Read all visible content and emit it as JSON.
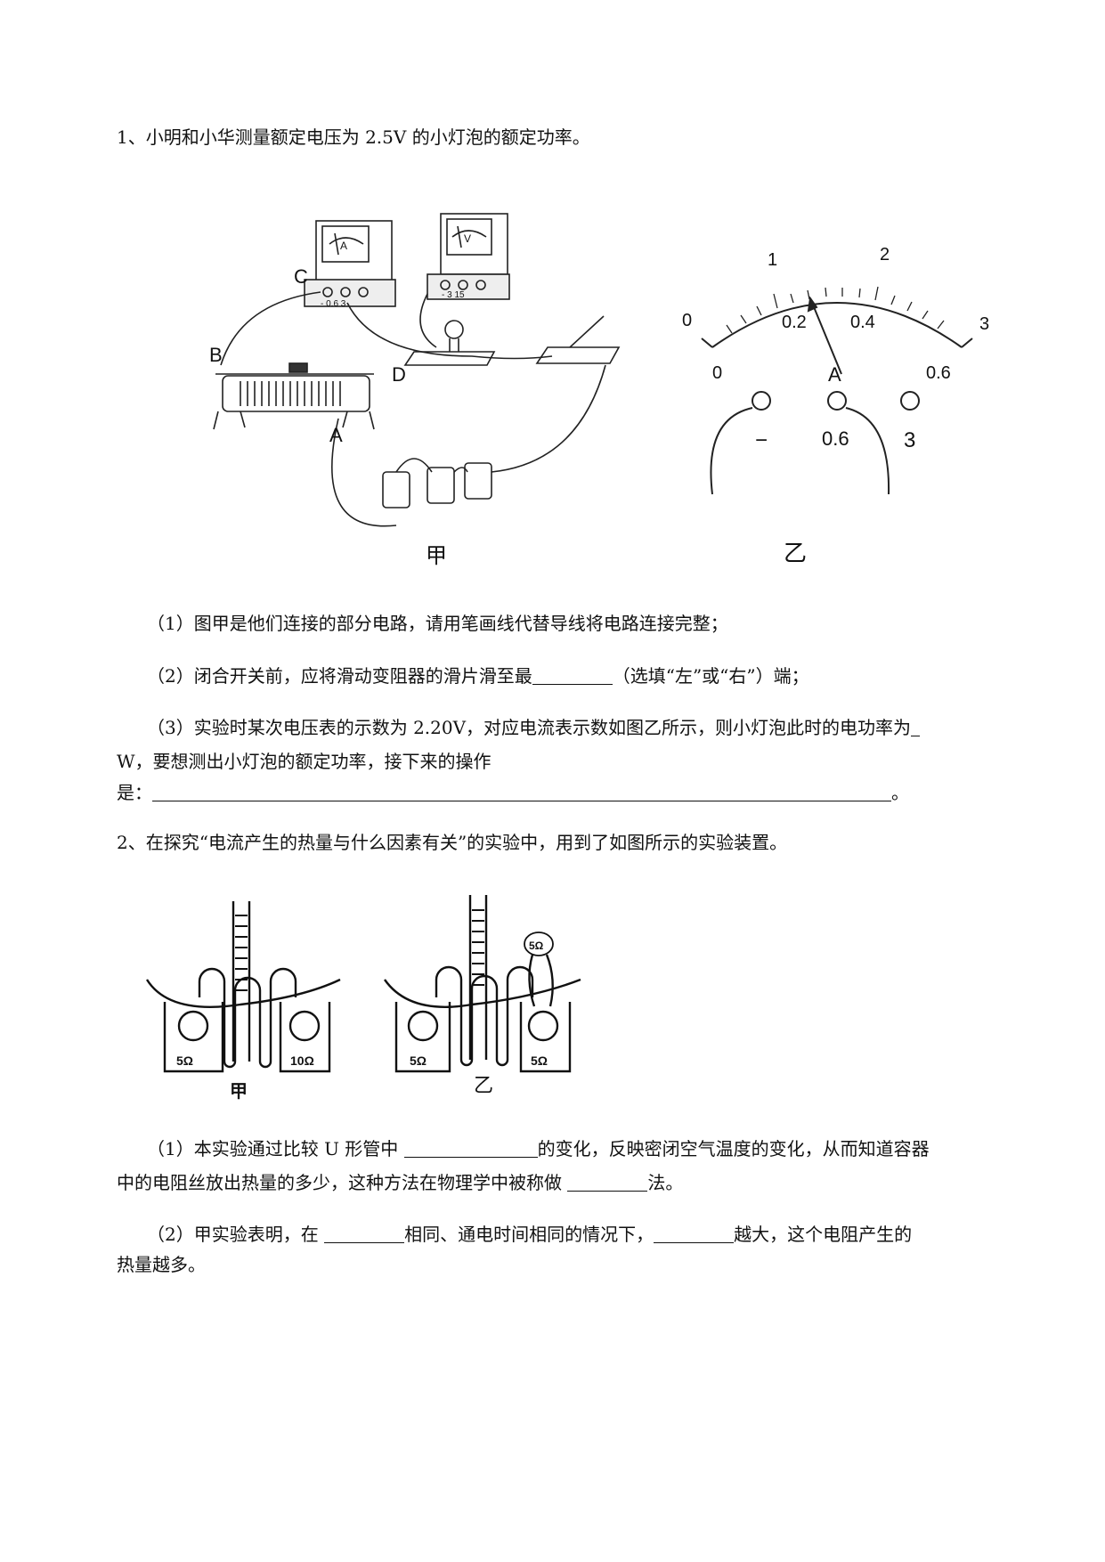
{
  "q1": {
    "stem": "1、小明和小华测量额定电压为 2.5V 的小灯泡的额定功率。",
    "figure_left": {
      "caption": "甲",
      "labels": {
        "A": "A",
        "B": "B",
        "C": "C",
        "D": "D"
      },
      "ammeter_letter": "A",
      "voltmeter_letter": "V",
      "ammeter_terminals": "- 0.6 3",
      "voltmeter_terminals": "- 3 15"
    },
    "figure_right": {
      "caption": "乙",
      "top_scale": [
        "0",
        "1",
        "2",
        "3"
      ],
      "bottom_scale": [
        "0",
        "0.2",
        "0.4",
        "0.6"
      ],
      "pointer_label": "A",
      "terminals": [
        "−",
        "0.6",
        "3"
      ]
    },
    "sub1": "（1）图甲是他们连接的部分电路，请用笔画线代替导线将电路连接完整；",
    "sub2_a": "（2）闭合开关前，应将滑动变阻器的滑片滑至最",
    "sub2_b": "（选填“左”或“右”）端；",
    "sub3_a": "（3）实验时某次电压表的示数为 2.20V，对应电流表示数如图乙所示，则小灯泡此时的电功率为",
    "sub3_b": "W，要想测出小灯泡的额定功率，接下来的操作",
    "sub3_c": "是：",
    "sub3_end": "。"
  },
  "q2": {
    "stem": "2、在探究“电流产生的热量与什么因素有关”的实验中，用到了如图所示的实验装置。",
    "figure": {
      "left_caption": "甲",
      "right_caption": "乙",
      "left_r1": "5Ω",
      "left_r2": "10Ω",
      "right_r1": "5Ω",
      "right_r2": "5Ω",
      "right_parallel": "5Ω"
    },
    "sub1_a": "（1）本实验通过比较 U 形管中",
    "sub1_b": "的变化，反映密闭空气温度的变化，从而知道容器",
    "sub1_c": "中的电阻丝放出热量的多少，这种方法在物理学中被称做",
    "sub1_d": "法。",
    "sub2_a": "（2）甲实验表明，在",
    "sub2_b": "相同、通电时间相同的情况下，",
    "sub2_c": "越大，这个电阻产生的",
    "sub2_d": "热量越多。"
  }
}
